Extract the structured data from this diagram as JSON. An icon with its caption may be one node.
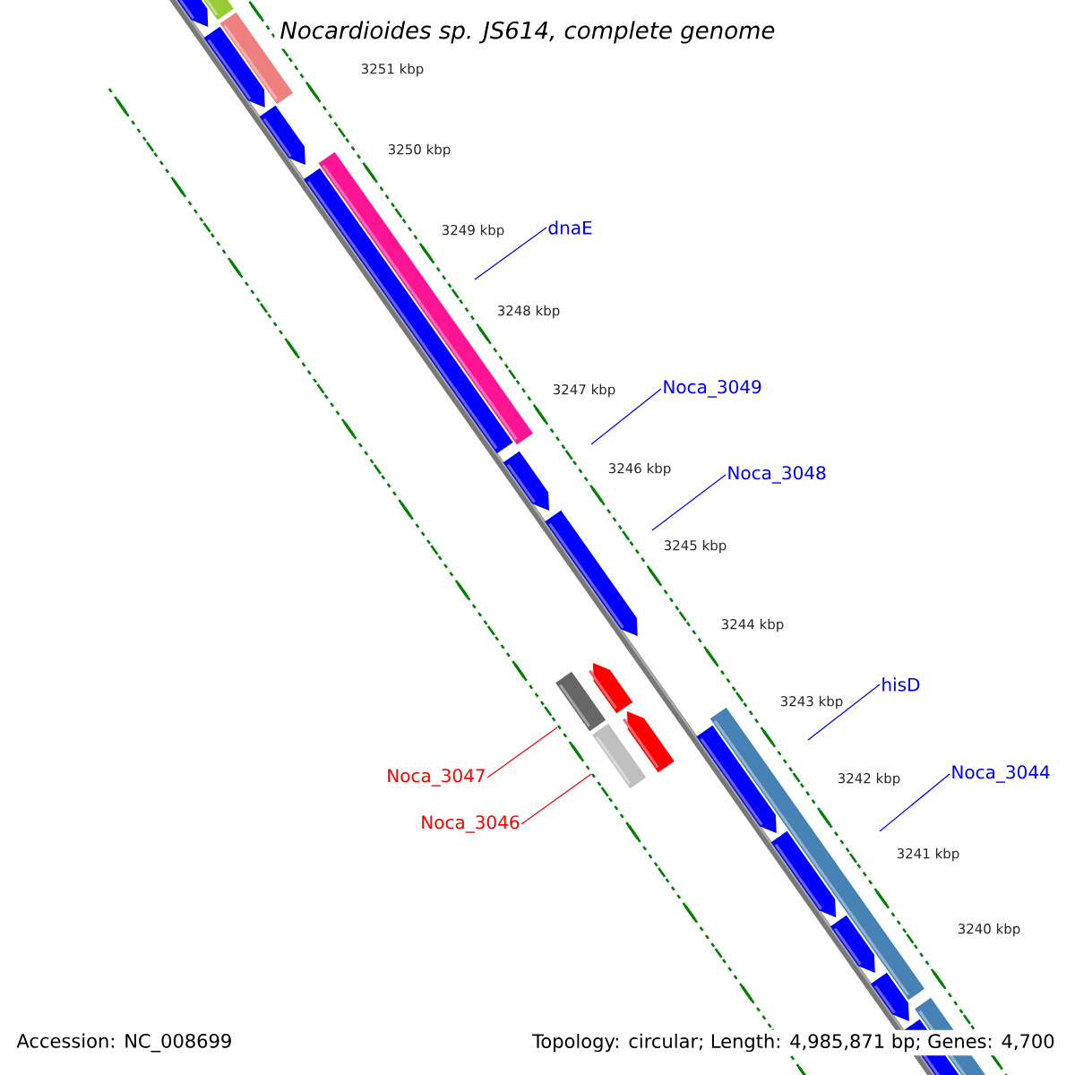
{
  "diagram": {
    "title": "Nocardioides sp. JS614, complete genome",
    "nodes": [
      {
        "text": [
          "dnaE"
        ]
      },
      {
        "text": [
          "Noca_3049"
        ]
      },
      {
        "text": [
          "Noca_3048"
        ]
      },
      {
        "text": [
          "Noca_3047"
        ]
      },
      {
        "text": [
          "Noca_3046"
        ]
      },
      {
        "text": [
          "hisD"
        ]
      },
      {
        "text": [
          "Noca_3044"
        ]
      }
    ],
    "edges": [
      {
        "from": 0,
        "to": null,
        "arrow": "none"
      },
      {
        "from": 1,
        "to": null,
        "arrow": "none"
      },
      {
        "from": 2,
        "to": null,
        "arrow": "none"
      },
      {
        "from": 3,
        "to": null,
        "arrow": "none",
        "color": "#ff0000"
      },
      {
        "from": 4,
        "to": null,
        "arrow": "none",
        "color": "#ff0000"
      },
      {
        "from": 5,
        "to": null,
        "arrow": "none"
      },
      {
        "from": 6,
        "to": null,
        "arrow": "none"
      }
    ],
    "labels": [
      "3251 kbp",
      "3250 kbp",
      "3249 kbp",
      "3248 kbp",
      "3247 kbp",
      "3246 kbp",
      "3245 kbp",
      "3244 kbp",
      "3243 kbp",
      "3242 kbp",
      "3241 kbp",
      "3240 kbp",
      "Accession: NC_008699",
      "Topology: circular; Length: 4,985,871 bp; Genes: 4,700"
    ]
  }
}
